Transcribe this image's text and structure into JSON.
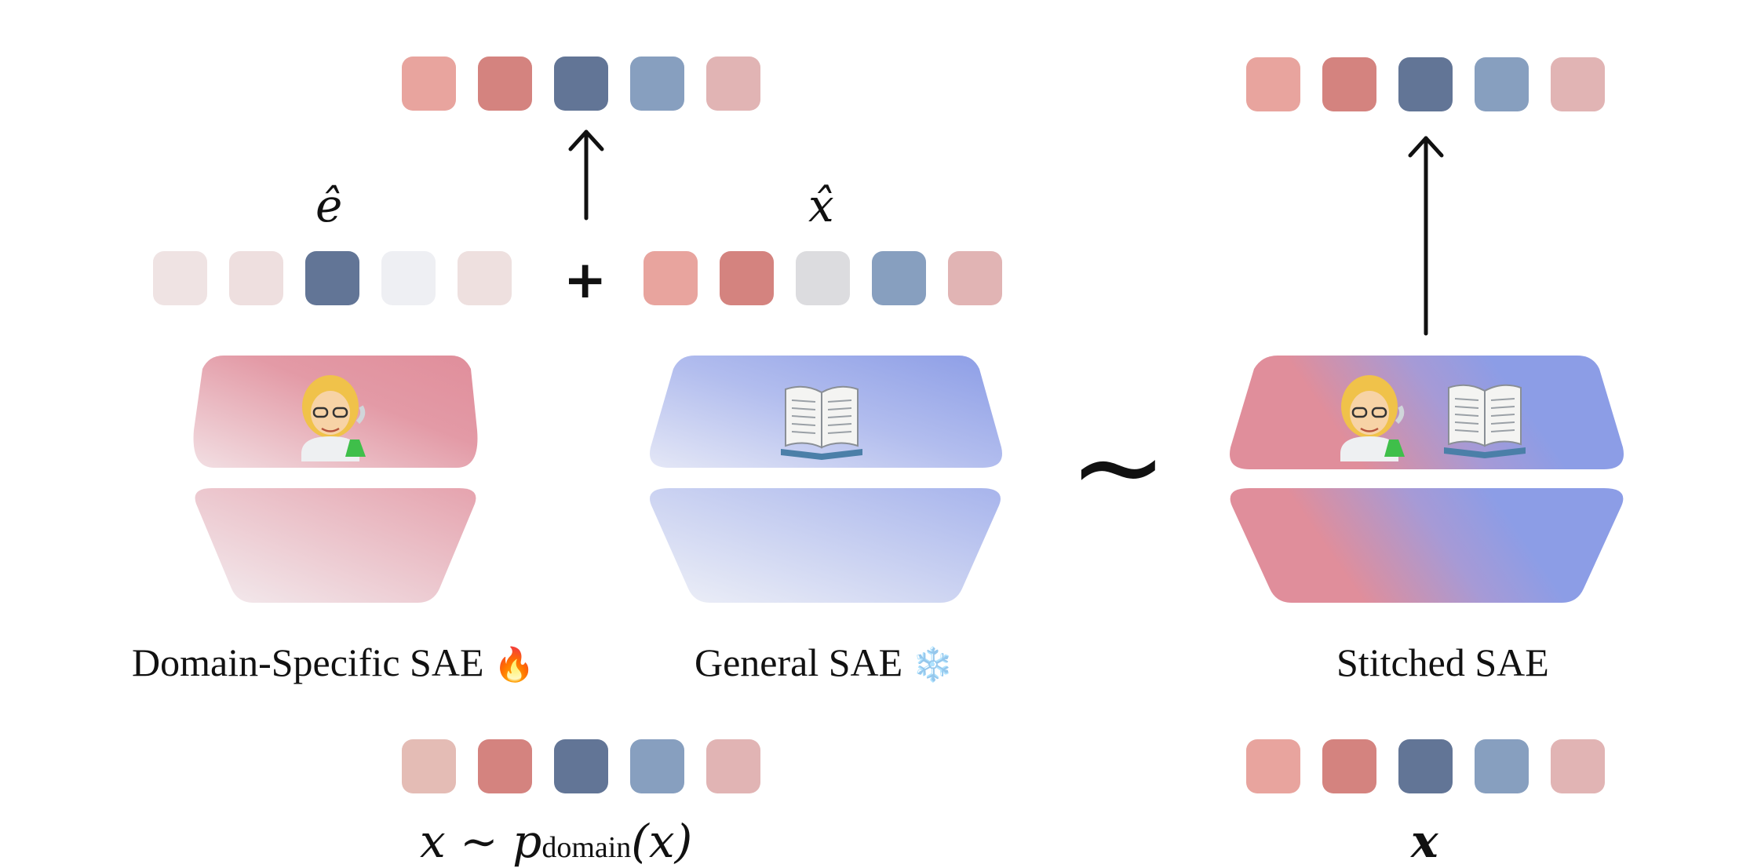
{
  "diagram": {
    "math": {
      "e_hat": "ê",
      "x_hat": "x̂",
      "plus": "+",
      "tilde": "~",
      "input_domain_x": "x ∼ p",
      "input_domain_sub": "domain",
      "input_domain_arg": "(x)",
      "input_plain": "x"
    },
    "labels": {
      "domain_sae": "Domain-Specific SAE",
      "general_sae": "General SAE",
      "stitched_sae": "Stitched SAE"
    },
    "icons": {
      "domain_emoji": "🔥",
      "general_emoji": "❄️",
      "scientist": "scientist-icon",
      "book": "book-icon"
    },
    "colors": {
      "salmon": "#e8a49e",
      "red": "#d4837f",
      "navy": "#627596",
      "steel": "#879fbf",
      "pink": "#e1b4b4",
      "pale1": "#efe3e3",
      "pale2": "#eedfdf",
      "pale3": "#eeeff3",
      "grey": "#dcdcdf",
      "domain_encoder": "#e08e9b",
      "general_encoder": "#8c9de6"
    },
    "vectors": {
      "output_left": [
        "#e8a49e",
        "#d4837f",
        "#627596",
        "#879fbf",
        "#e1b4b4"
      ],
      "output_right": [
        "#e8a49e",
        "#d4837f",
        "#627596",
        "#879fbf",
        "#e1b4b4"
      ],
      "e_hat": [
        "#efe3e3",
        "#eedfdf",
        "#627596",
        "#eeeff3",
        "#eee0df"
      ],
      "x_hat": [
        "#e8a49e",
        "#d4837f",
        "#dcdcdf",
        "#879fbf",
        "#e1b4b4"
      ],
      "input_left": [
        "#e4bcb5",
        "#d4837f",
        "#627596",
        "#879fbf",
        "#e1b4b4"
      ],
      "input_right": [
        "#e8a49e",
        "#d4837f",
        "#627596",
        "#879fbf",
        "#e1b4b4"
      ]
    }
  }
}
